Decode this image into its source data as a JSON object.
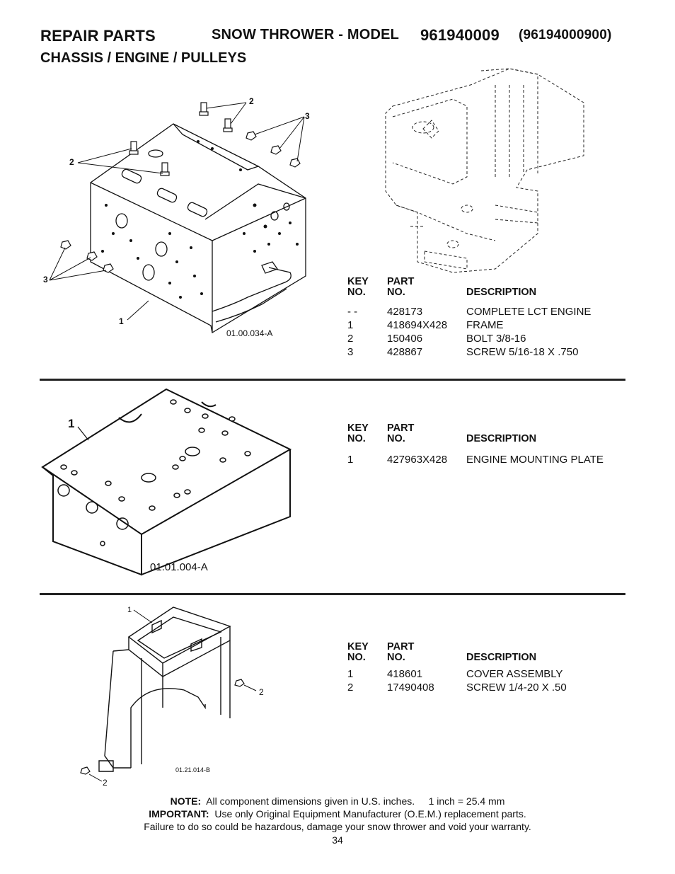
{
  "header": {
    "repair_parts": "REPAIR PARTS",
    "snow_thrower": "SNOW THROWER - MODEL",
    "model_number": "961940009",
    "model_paren": "(96194000900)",
    "subtitle": "CHASSIS / ENGINE / PULLEYS"
  },
  "sections": [
    {
      "figure_code": "01.00.034-A",
      "callouts": [
        "2",
        "3",
        "2",
        "3",
        "1"
      ],
      "columns": {
        "key_line1": "KEY",
        "key_line2": "NO.",
        "part_line1": "PART",
        "part_line2": "NO.",
        "description": "DESCRIPTION"
      },
      "rows": [
        {
          "key": "- -",
          "part": "428173",
          "desc": "COMPLETE LCT ENGINE"
        },
        {
          "key": "1",
          "part": "418694X428",
          "desc": "FRAME"
        },
        {
          "key": "2",
          "part": "150406",
          "desc": "BOLT 3/8-16"
        },
        {
          "key": "3",
          "part": "428867",
          "desc": "SCREW 5/16-18 X .750"
        }
      ]
    },
    {
      "figure_code": "01.01.004-A",
      "callouts": [
        "1"
      ],
      "columns": {
        "key_line1": "KEY",
        "key_line2": "NO.",
        "part_line1": "PART",
        "part_line2": "NO.",
        "description": "DESCRIPTION"
      },
      "rows": [
        {
          "key": "1",
          "part": "427963X428",
          "desc": "ENGINE MOUNTING PLATE"
        }
      ]
    },
    {
      "figure_code": "01.21.014-B",
      "callouts": [
        "1",
        "2",
        "2"
      ],
      "columns": {
        "key_line1": "KEY",
        "key_line2": "NO.",
        "part_line1": "PART",
        "part_line2": "NO.",
        "description": "DESCRIPTION"
      },
      "rows": [
        {
          "key": "1",
          "part": "418601",
          "desc": "COVER ASSEMBLY"
        },
        {
          "key": "2",
          "part": "17490408",
          "desc": "SCREW 1/4-20 X .50"
        }
      ]
    }
  ],
  "footer": {
    "note_label": "NOTE:",
    "note_text": "All component dimensions given in U.S. inches.",
    "note_conversion": "1 inch = 25.4 mm",
    "important_label": "IMPORTANT:",
    "important_text": "Use only Original Equipment Manufacturer (O.E.M.) replacement parts.",
    "warning_text": "Failure to do so could be hazardous, damage your snow thrower and void your warranty.",
    "page_number": "34"
  }
}
